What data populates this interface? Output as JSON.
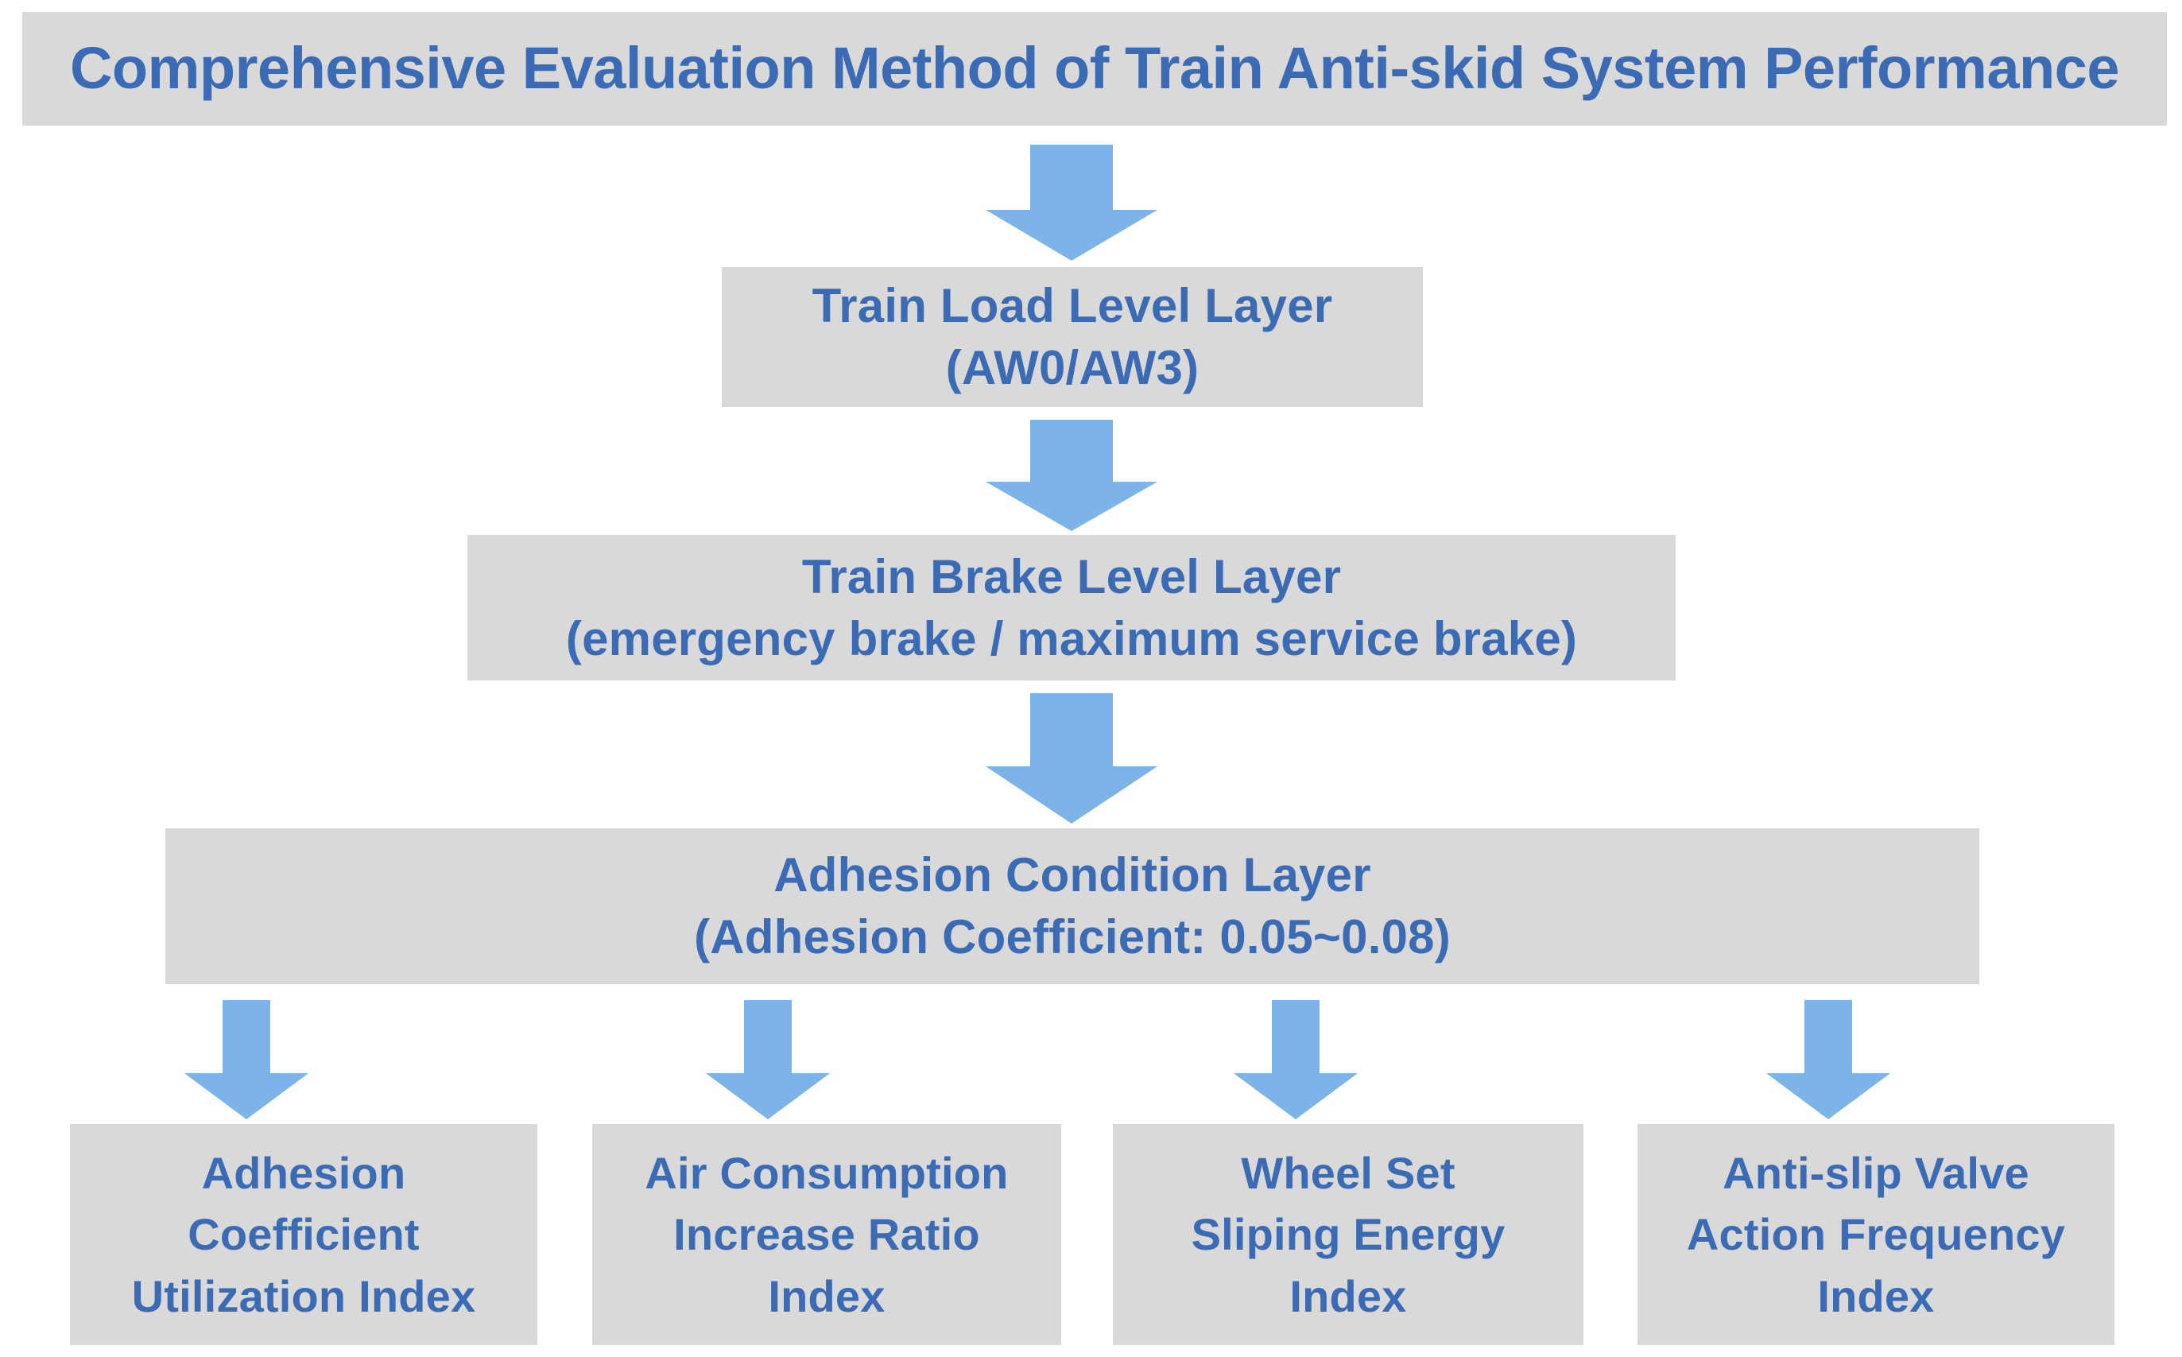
{
  "diagram": {
    "title": "Comprehensive Evaluation Method of Train Anti-skid System Performance",
    "box_fill": "#d9d9d9",
    "text_color": "#3b6bb5",
    "arrow_color": "#7cb3e8",
    "levels": [
      {
        "name": "train-load-level-layer",
        "lines": [
          "Train Load Level Layer",
          "(AW0/AW3)"
        ]
      },
      {
        "name": "train-brake-level-layer",
        "lines": [
          "Train Brake Level Layer",
          "(emergency brake / maximum service brake)"
        ]
      },
      {
        "name": "adhesion-condition-layer",
        "lines": [
          "Adhesion Condition Layer",
          "(Adhesion Coefficient:  0.05~0.08)"
        ]
      }
    ],
    "indices": [
      {
        "name": "adhesion-coefficient-utilization-index",
        "lines": [
          "Adhesion",
          "Coefficient",
          "Utilization Index"
        ]
      },
      {
        "name": "air-consumption-increase-ratio-index",
        "lines": [
          "Air Consumption",
          "Increase Ratio",
          "Index"
        ]
      },
      {
        "name": "wheel-set-sliping-energy-index",
        "lines": [
          "Wheel Set",
          "Sliping Energy",
          "Index"
        ]
      },
      {
        "name": "anti-slip-valve-action-frequency-index",
        "lines": [
          "Anti-slip Valve",
          "Action Frequency",
          "Index"
        ]
      }
    ],
    "arrows": [
      {
        "name": "arrow-title-to-load",
        "direction": "down"
      },
      {
        "name": "arrow-load-to-brake",
        "direction": "down"
      },
      {
        "name": "arrow-brake-to-adhesion",
        "direction": "down"
      },
      {
        "name": "arrow-adhesion-to-index-0",
        "direction": "down"
      },
      {
        "name": "arrow-adhesion-to-index-1",
        "direction": "down"
      },
      {
        "name": "arrow-adhesion-to-index-2",
        "direction": "down"
      },
      {
        "name": "arrow-adhesion-to-index-3",
        "direction": "down"
      }
    ]
  }
}
